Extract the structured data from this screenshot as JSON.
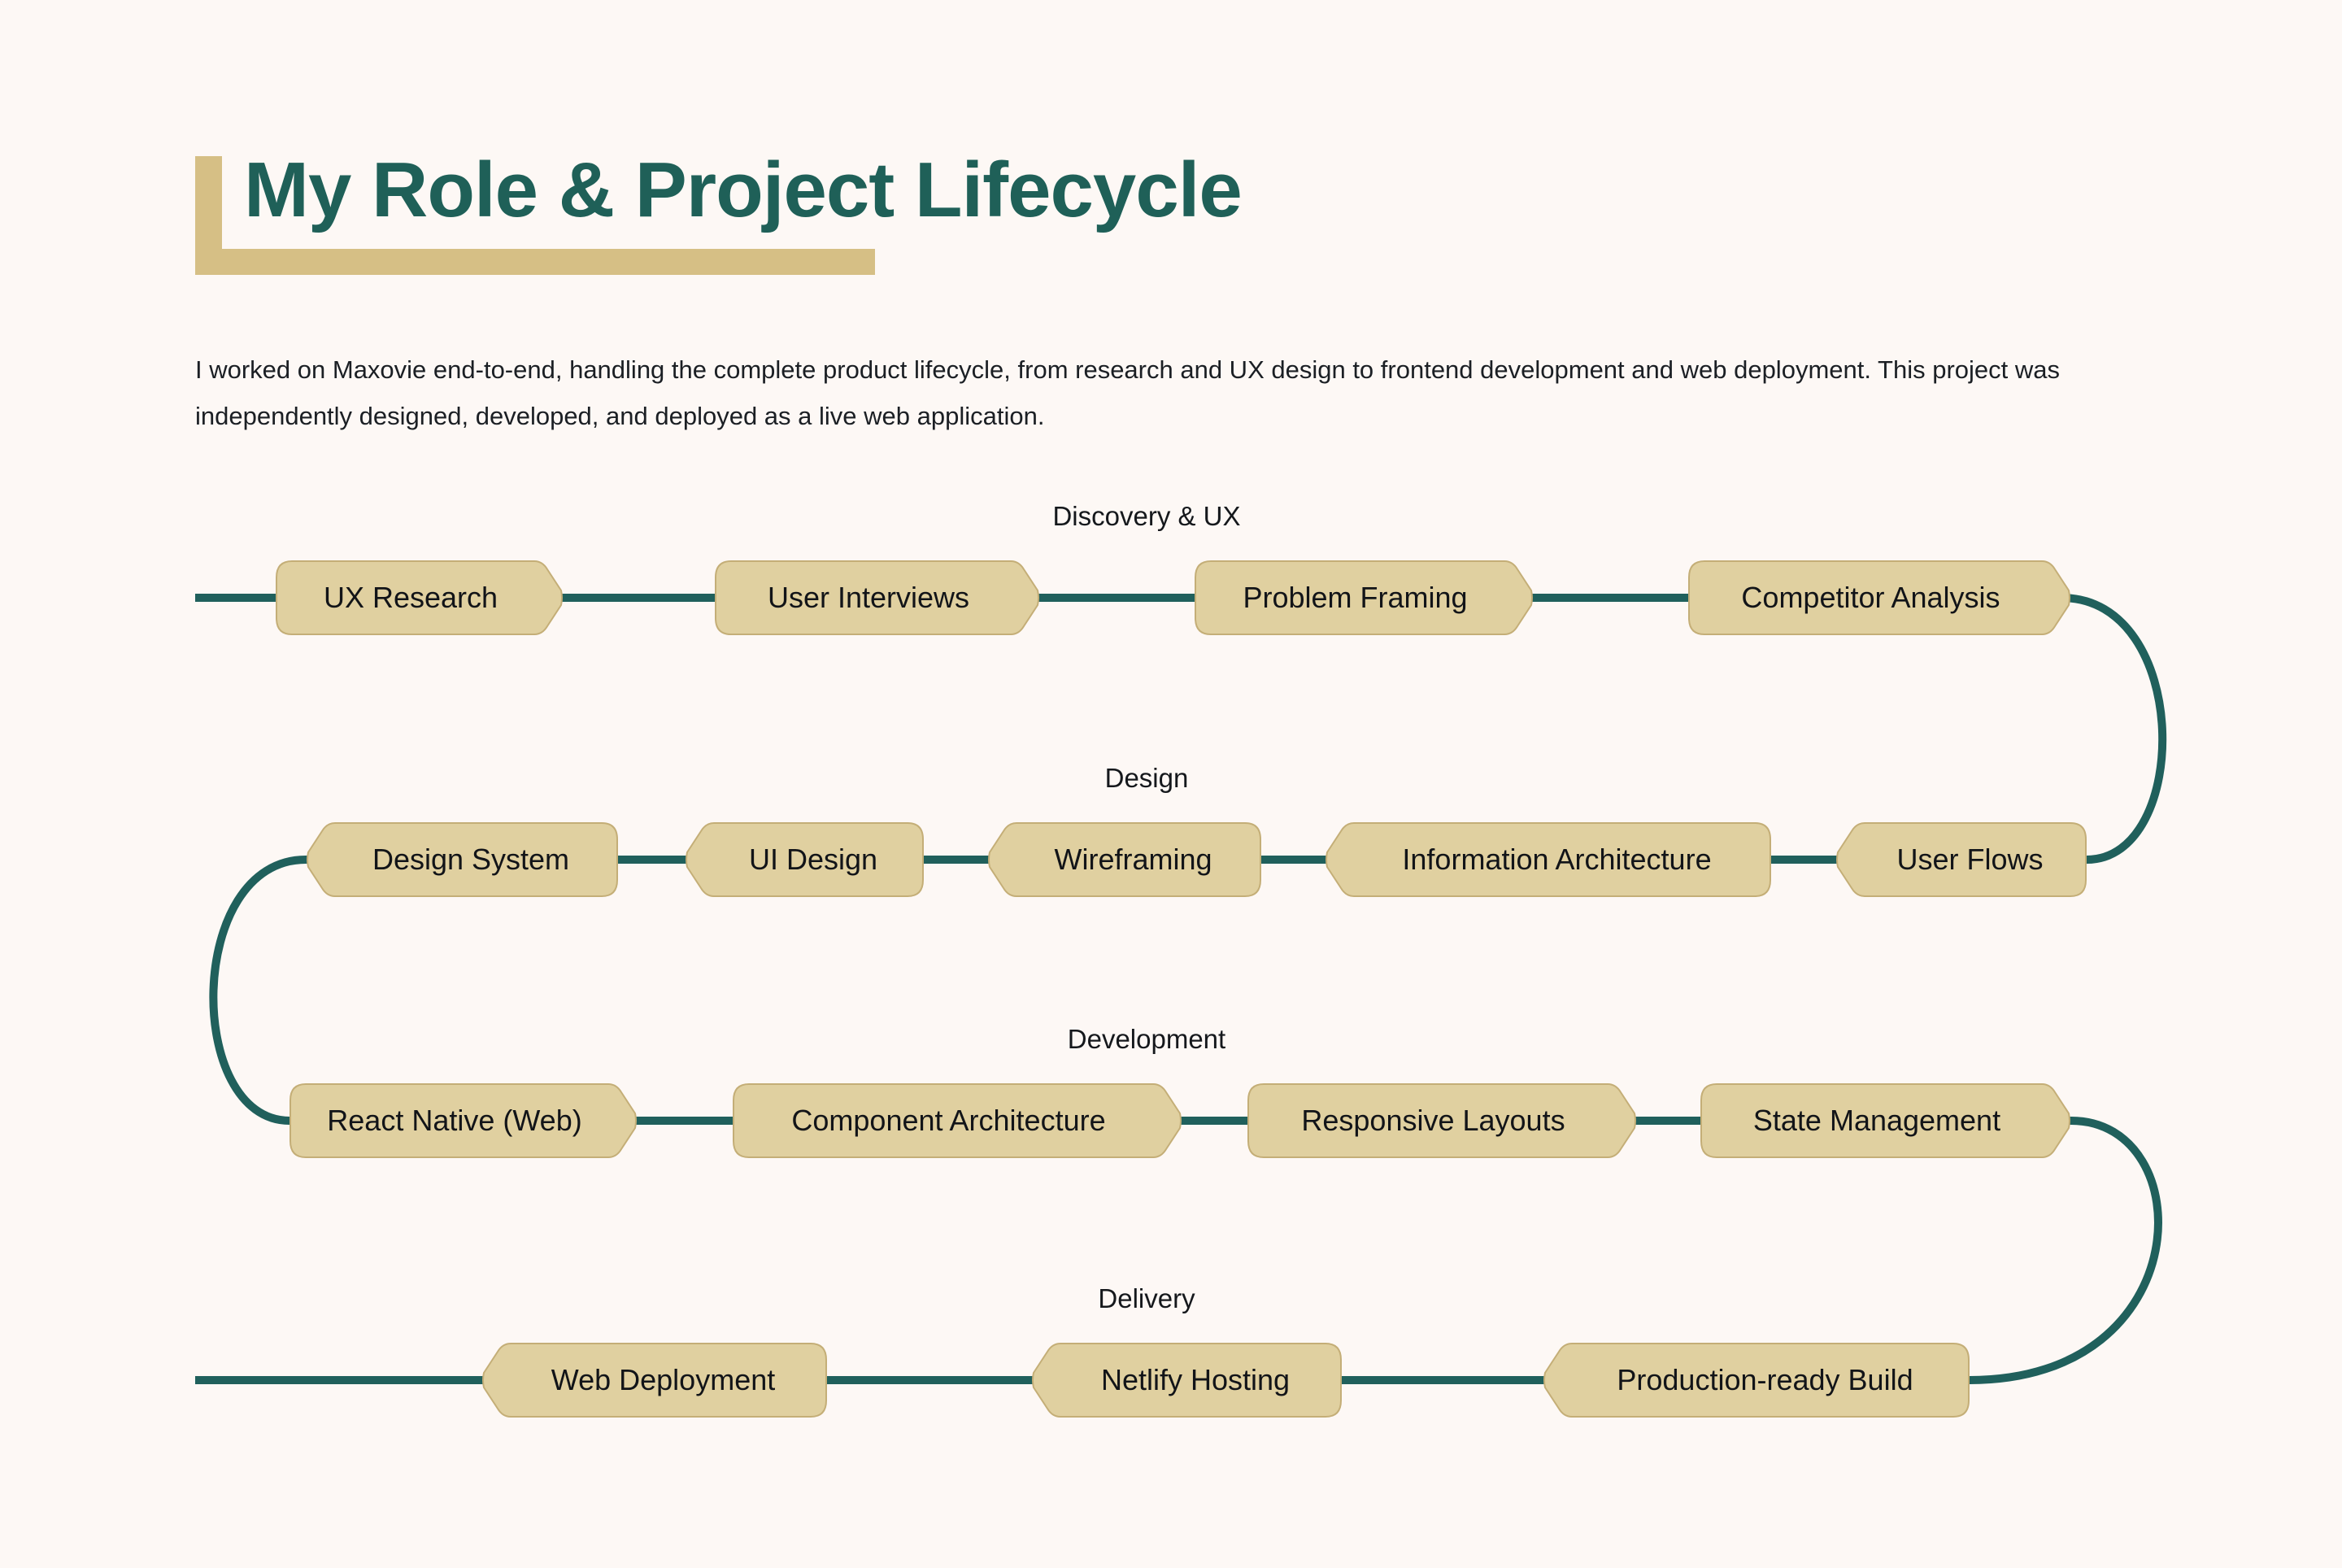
{
  "theme": {
    "bg": "#fdf8f5",
    "teal": "#20605c",
    "title": "#1f6058",
    "gold": "#d6bf85",
    "node-fill": "#e0d0a0",
    "node-border": "#c4ae77",
    "ink": "#15181c"
  },
  "header": {
    "title": "My Role & Project Lifecycle"
  },
  "intro": {
    "text": "I worked on Maxovie end-to-end, handling the complete product lifecycle, from research and UX design to frontend development and web deployment. This project was independently designed, developed, and deployed as a live web application."
  },
  "diagram": {
    "sections": [
      {
        "label": "Discovery & UX",
        "direction": "right",
        "nodes": [
          {
            "label": "UX Research"
          },
          {
            "label": "User Interviews"
          },
          {
            "label": "Problem Framing"
          },
          {
            "label": "Competitor Analysis"
          }
        ]
      },
      {
        "label": "Design",
        "direction": "left",
        "nodes": [
          {
            "label": "Design System"
          },
          {
            "label": "UI Design"
          },
          {
            "label": "Wireframing"
          },
          {
            "label": "Information Architecture"
          },
          {
            "label": "User Flows"
          }
        ]
      },
      {
        "label": "Development",
        "direction": "right",
        "nodes": [
          {
            "label": "React Native (Web)"
          },
          {
            "label": "Component Architecture"
          },
          {
            "label": "Responsive Layouts"
          },
          {
            "label": "State Management"
          }
        ]
      },
      {
        "label": "Delivery",
        "direction": "left",
        "nodes": [
          {
            "label": "Web Deployment"
          },
          {
            "label": "Netlify Hosting"
          },
          {
            "label": "Production-ready Build"
          }
        ]
      }
    ]
  }
}
